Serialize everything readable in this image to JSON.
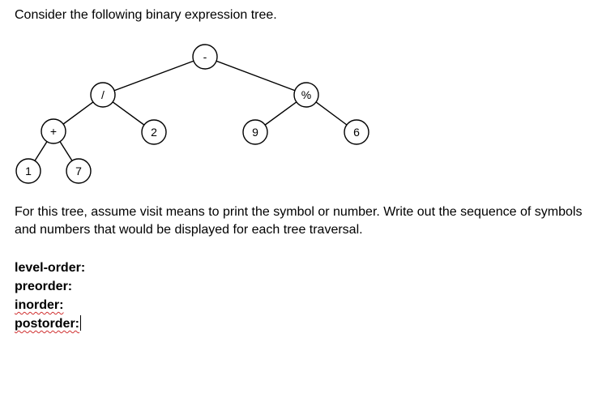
{
  "question": {
    "intro": "Consider the following binary expression tree.",
    "instruction": "For this tree, assume visit means to print the symbol or number. Write out the sequence of symbols and numbers that would be displayed for each tree traversal."
  },
  "tree": {
    "nodes": {
      "root": "-",
      "left": "/",
      "right": "%",
      "left_left": "+",
      "left_right": "2",
      "right_left": "9",
      "right_right": "6",
      "left_left_left": "1",
      "left_left_right": "7"
    }
  },
  "traversals": {
    "level_order": "level-order:",
    "preorder": "preorder:",
    "inorder": "inorder:",
    "postorder": "postorder:"
  }
}
